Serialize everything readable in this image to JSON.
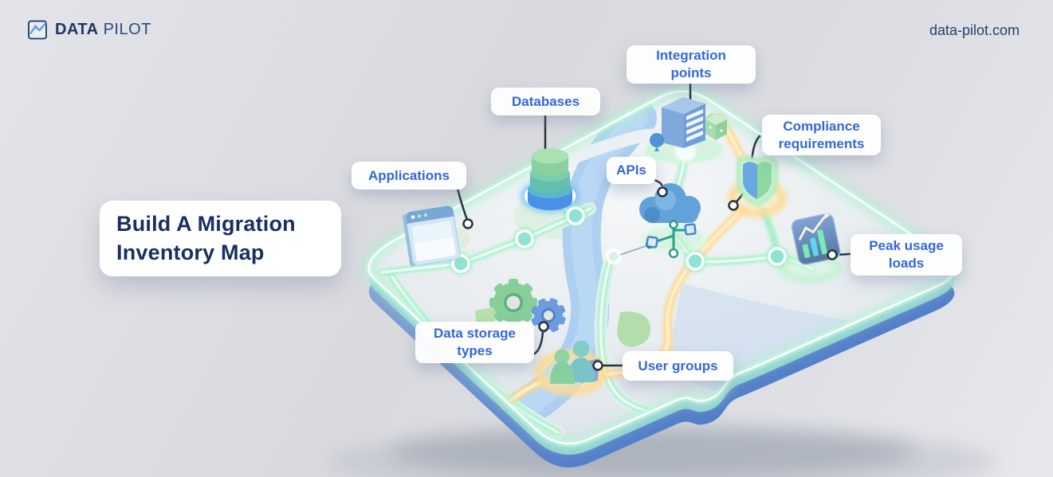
{
  "header": {
    "logo": {
      "brand_bold": "DATA",
      "brand_light": "PILOT"
    },
    "website": "data-pilot.com"
  },
  "title_card": {
    "line1": "Build A Migration",
    "line2": "Inventory Map"
  },
  "map": {
    "labels": {
      "databases": "Databases",
      "integration_points": "Integration points",
      "applications": "Applications",
      "apis": "APIs",
      "compliance_requirements": "Compliance requirements",
      "peak_usage_loads": "Peak usage loads",
      "data_storage_types": "Data storage types",
      "user_groups": "User groups"
    },
    "icons": [
      {
        "name": "browser-window-icon",
        "represents": "Applications"
      },
      {
        "name": "database-stack-icon",
        "represents": "Databases"
      },
      {
        "name": "office-building-icon",
        "represents": "Integration points"
      },
      {
        "name": "cloud-connector-icon",
        "represents": "APIs"
      },
      {
        "name": "shield-icon",
        "represents": "Compliance requirements"
      },
      {
        "name": "bar-chart-icon",
        "represents": "Peak usage loads"
      },
      {
        "name": "gears-icon",
        "represents": "Data storage types"
      },
      {
        "name": "people-icon",
        "represents": "User groups"
      }
    ],
    "colors": {
      "label_text": "#3567d8",
      "title_text": "#17305f",
      "neon_road": "#b9f3cf",
      "yellow_road": "#ffd98f",
      "slab_side": "#4a77c4",
      "river": "#a9cdf0",
      "brand_navy": "#1d3664"
    }
  }
}
